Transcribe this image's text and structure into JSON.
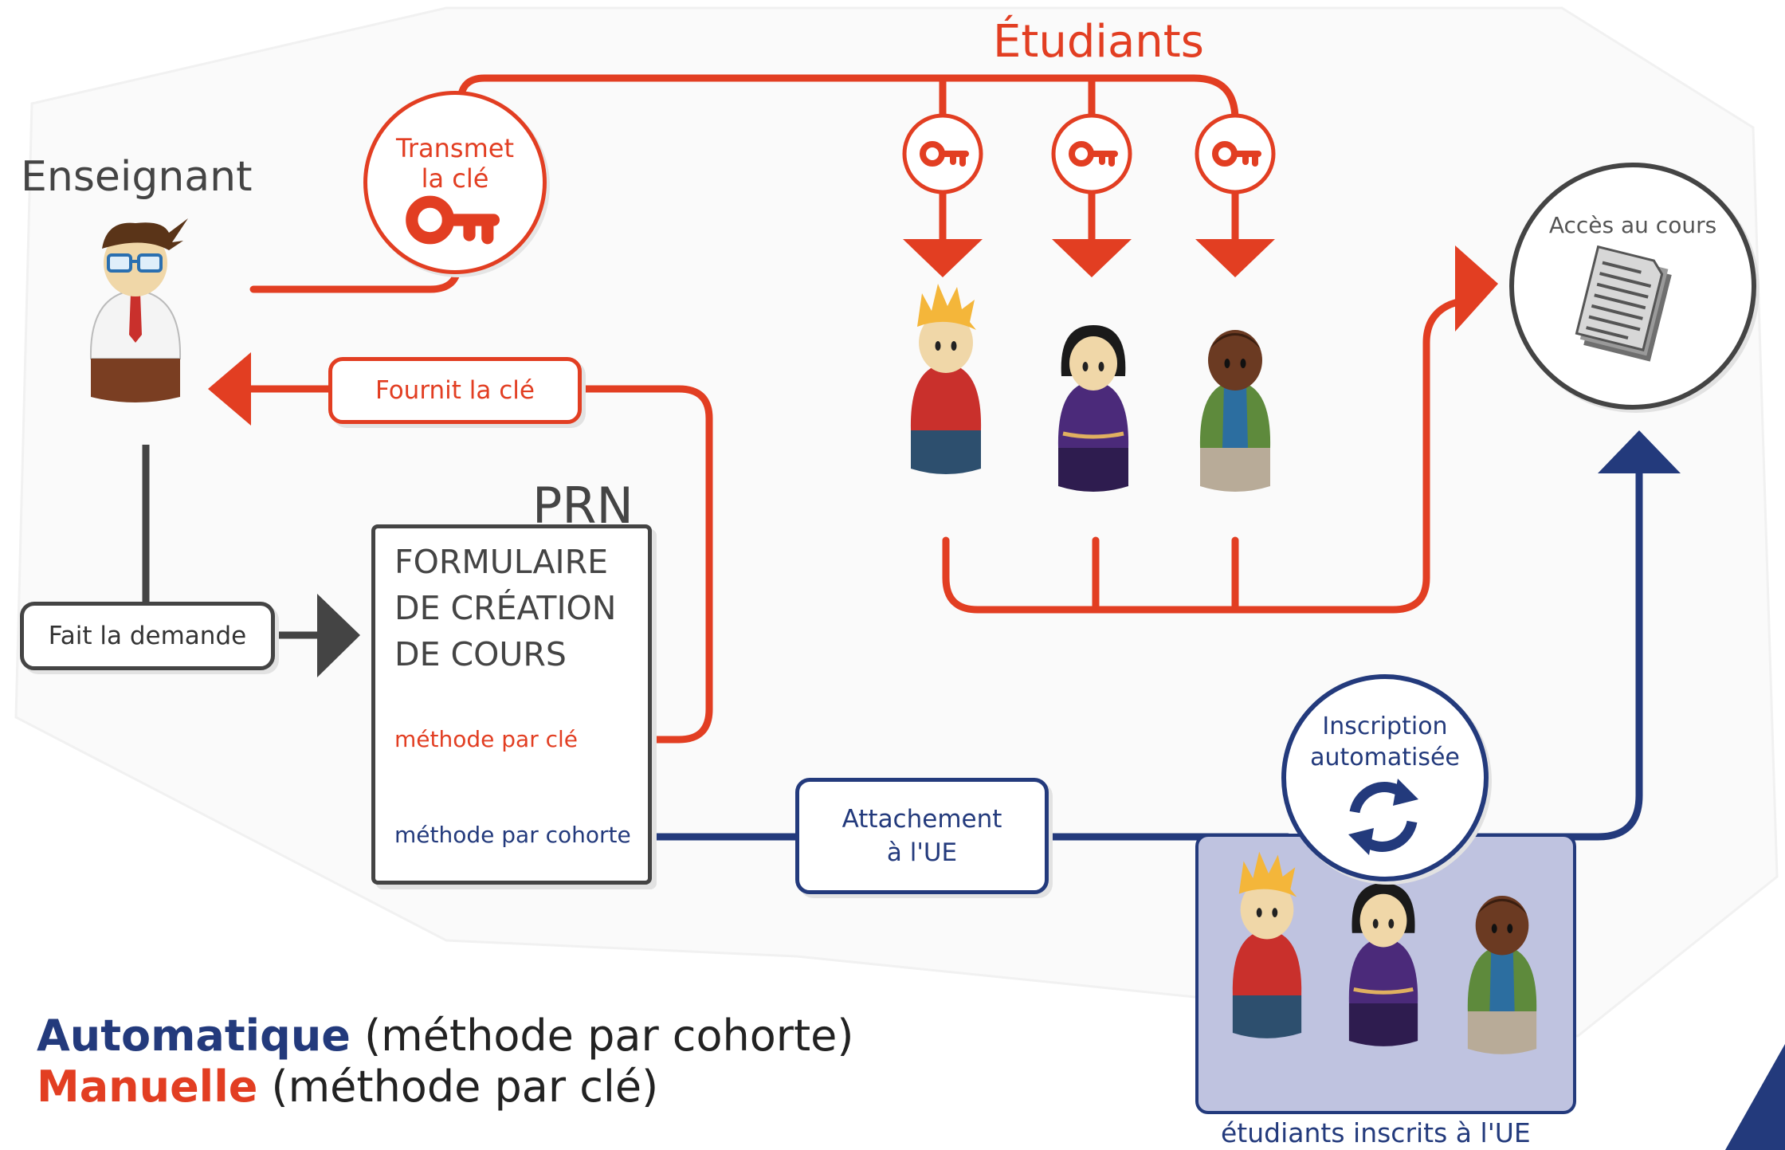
{
  "titles": {
    "teacher": "Enseignant",
    "students": "Étudiants",
    "platform": "PRN"
  },
  "form": {
    "lines": [
      "FORMULAIRE",
      "DE CRÉATION",
      "DE COURS"
    ],
    "method_key": "méthode par clé",
    "method_cohort": "méthode par cohorte"
  },
  "labels": {
    "transmet_line1": "Transmet",
    "transmet_line2": "la clé",
    "fournit": "Fournit la clé",
    "demande": "Fait la demande",
    "attachement_line1": "Attachement",
    "attachement_line2": "à l'UE",
    "inscription_line1": "Inscription",
    "inscription_line2": "automatisée",
    "acces": "Accès au cours",
    "inscrits": "étudiants inscrits à l'UE"
  },
  "legend": [
    {
      "keyword": "Automatique",
      "detail": "(méthode par cohorte)",
      "color": "#233a7c"
    },
    {
      "keyword": "Manuelle",
      "detail": "(méthode par clé)",
      "color": "#e23e22"
    }
  ],
  "colors": {
    "manual": "#e23e22",
    "cohort": "#233a7c",
    "neutral": "#444444",
    "enrolled_bg": "#bfc3e0"
  },
  "icons": [
    "key-icon",
    "refresh-icon",
    "document-icon",
    "teacher-icon",
    "student-icon"
  ]
}
